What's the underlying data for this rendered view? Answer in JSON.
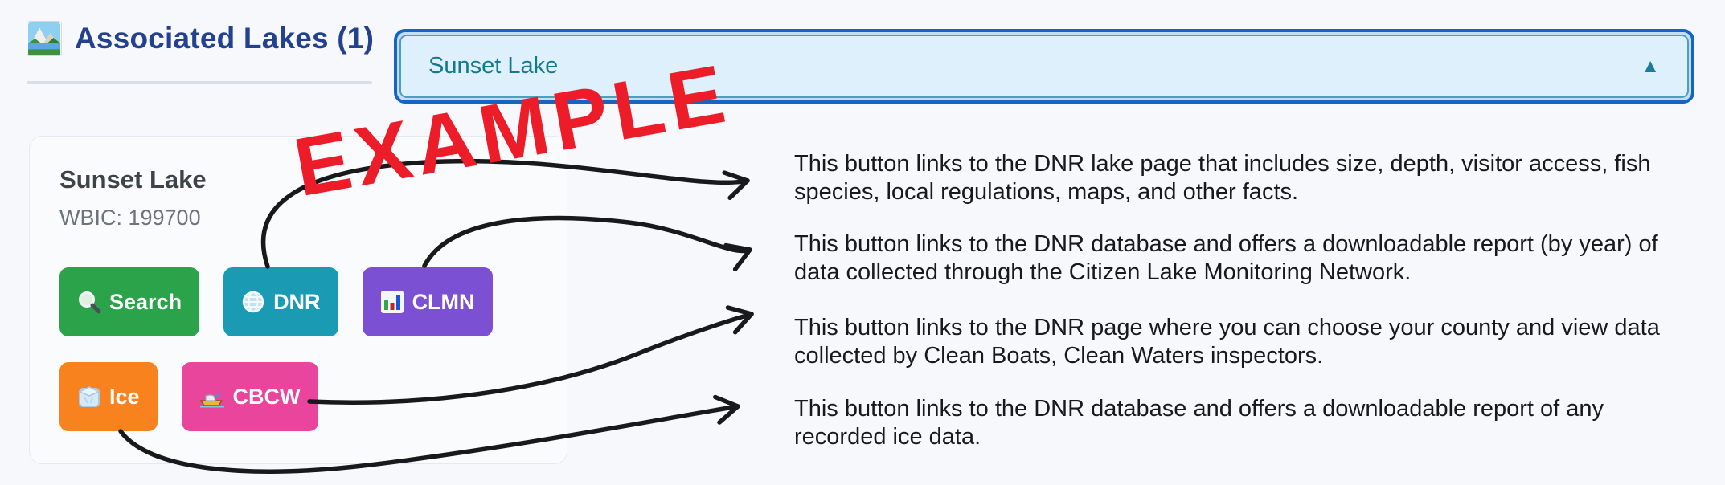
{
  "header": {
    "icon": "landscape",
    "title": "Associated Lakes (1)"
  },
  "accordion": {
    "selected_lake": "Sunset Lake",
    "collapse_icon": "▲"
  },
  "card": {
    "title": "Sunset Lake",
    "wbic": "WBIC: 199700",
    "buttons": [
      {
        "id": "search",
        "icon": "magnifier",
        "label": "Search",
        "color": "#2aa34a"
      },
      {
        "id": "dnr",
        "icon": "globe",
        "label": "DNR",
        "color": "#1a9ab3"
      },
      {
        "id": "clmn",
        "icon": "bar-chart",
        "label": "CLMN",
        "color": "#7c50d3"
      },
      {
        "id": "ice",
        "icon": "ice-cube",
        "label": "Ice",
        "color": "#f8821e"
      },
      {
        "id": "cbcw",
        "icon": "speedboat",
        "label": "CBCW",
        "color": "#e9459c"
      }
    ]
  },
  "notes": [
    {
      "lines": [
        "This button links to the DNR lake page that includes size, depth, visitor access, fish",
        "species, local regulations, maps, and other facts."
      ]
    },
    {
      "lines": [
        "This button links to the DNR database and offers a downloadable report (by year) of",
        "data collected through the Citizen Lake Monitoring Network."
      ]
    },
    {
      "lines": [
        "This button links to the DNR page where you can choose your county and view data",
        "collected by Clean Boats, Clean Waters inspectors."
      ]
    },
    {
      "lines": [
        "This button links to the DNR database and offers a downloadable report of any",
        "recorded ice data."
      ]
    }
  ],
  "watermark": {
    "text": "EXAMPLE",
    "color": "#ed1c29"
  },
  "colors": {
    "accent_blue": "#1566c4",
    "header_blue": "#24418f",
    "accordion_teal": "#15798d",
    "arrow_black": "#18191b"
  }
}
